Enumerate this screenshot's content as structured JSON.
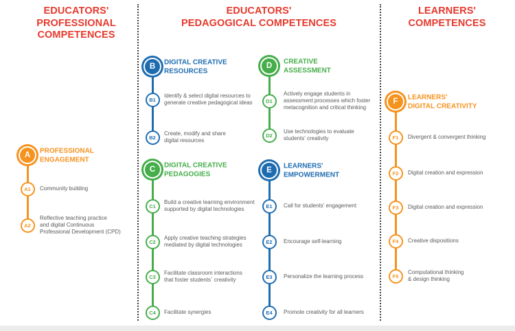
{
  "columns": [
    {
      "id": "left",
      "title": "EDUCATORS'\nPROFESSIONAL\nCOMPETENCES"
    },
    {
      "id": "middle",
      "title": "EDUCATORS'\nPEDAGOGICAL COMPETENCES"
    },
    {
      "id": "right",
      "title": "LEARNERS'\nCOMPETENCES"
    }
  ],
  "colors": {
    "heading_red": "#E6392C",
    "blue": "#1E6CB0",
    "green": "#45AD4A",
    "orange": "#F6921E",
    "body_text": "#58595B",
    "divider": "#3F3F3F"
  },
  "tracks": [
    {
      "id": "A",
      "column": "left",
      "color_key": "orange",
      "title": "PROFESSIONAL\nENGAGEMENT",
      "items": [
        {
          "id": "A1",
          "label": "Community building"
        },
        {
          "id": "A2",
          "label": "Reflective teaching practice\nand digital Continuous\nProfessional Development (CPD)"
        }
      ]
    },
    {
      "id": "B",
      "column": "middle",
      "color_key": "blue",
      "title": "DIGITAL CREATIVE\nRESOURCES",
      "items": [
        {
          "id": "B1",
          "label": "Identify & select digital resources to\ngenerate creative pedagogical ideas"
        },
        {
          "id": "B2",
          "label": "Create, modify and share\ndigital resources"
        }
      ]
    },
    {
      "id": "C",
      "column": "middle",
      "color_key": "green",
      "title": "DIGITAL CREATIVE\nPEDAGOGIES",
      "items": [
        {
          "id": "C1",
          "label": "Build a creative learning environment\nsupported by digital technologies"
        },
        {
          "id": "C2",
          "label": "Apply creative teaching strategies\nmediated by digital technologies"
        },
        {
          "id": "C3",
          "label": "Facilitate classroom interactions\nthat foster students´ creativity"
        },
        {
          "id": "C4",
          "label": "Facilitate synergies"
        }
      ]
    },
    {
      "id": "D",
      "column": "middle",
      "color_key": "green",
      "title": "CREATIVE\nASSESSMENT",
      "items": [
        {
          "id": "D1",
          "label": "Actively engage students in\nassessment processes which foster\nmetacognition and critical thinking"
        },
        {
          "id": "D2",
          "label": "Use technologies to evaluate\nstudents' creativity"
        }
      ]
    },
    {
      "id": "E",
      "column": "middle",
      "color_key": "blue",
      "title": "LEARNERS'\nEMPOWERMENT",
      "items": [
        {
          "id": "E1",
          "label": "Call for students' engagement"
        },
        {
          "id": "E2",
          "label": "Encourage self-learning"
        },
        {
          "id": "E3",
          "label": "Personalize the learning process"
        },
        {
          "id": "E4",
          "label": "Promote creativity for all learners"
        }
      ]
    },
    {
      "id": "F",
      "column": "right",
      "color_key": "orange",
      "title": "LEARNERS'\nDIGITAL CREATIVITY",
      "items": [
        {
          "id": "F1",
          "label": "Divergent & convergent thinking"
        },
        {
          "id": "F2",
          "label": "Digital creation and expression"
        },
        {
          "id": "F3",
          "label": "Digital creation and expression"
        },
        {
          "id": "F4",
          "label": "Creative dispositions"
        },
        {
          "id": "F5",
          "label": "Computational thinking\n& design thinking"
        }
      ]
    }
  ]
}
